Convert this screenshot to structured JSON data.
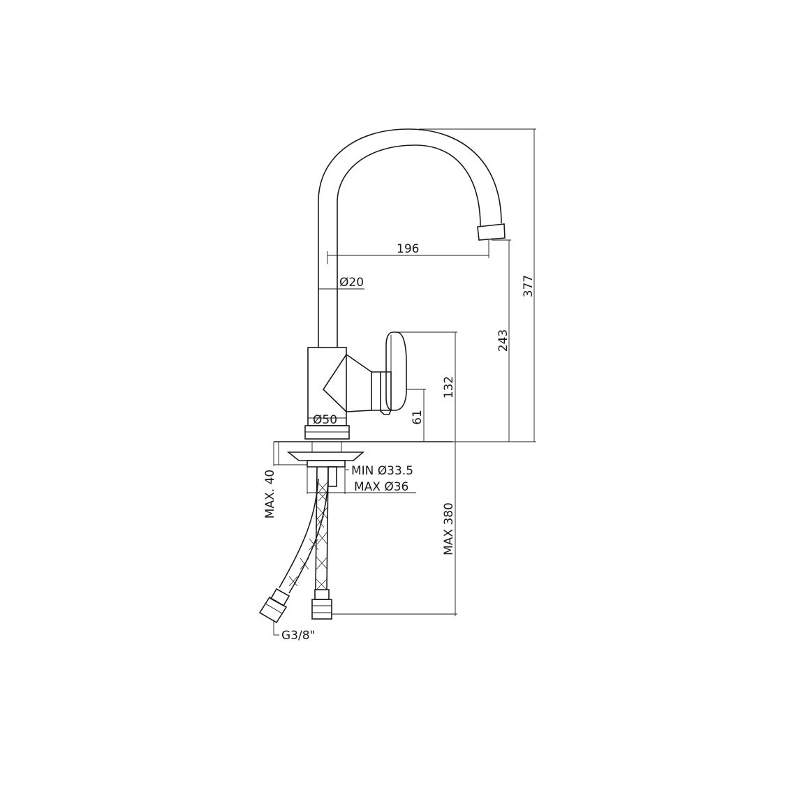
{
  "dimensions": {
    "spout_reach": "196",
    "spout_diameter": "Ø20",
    "body_diameter": "Ø50",
    "total_height": "377",
    "spout_outlet_height": "243",
    "lever_height": "132",
    "handle_axis_height": "61",
    "max_deck_thickness": "MAX. 40",
    "hole_min": "MIN Ø33.5",
    "hole_max": "MAX Ø36",
    "hose_length": "MAX 380",
    "connector_thread": "G3/8\""
  }
}
